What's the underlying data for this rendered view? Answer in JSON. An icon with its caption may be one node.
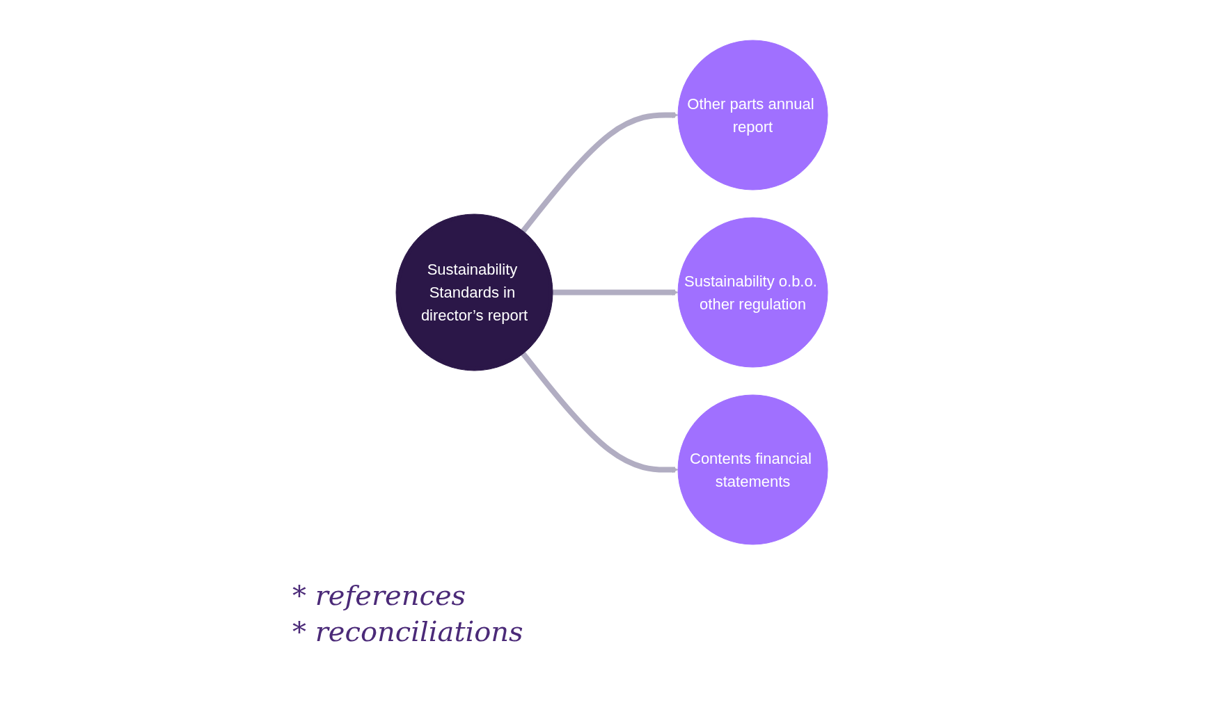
{
  "diagram": {
    "nodes": [
      {
        "text": [
          "Sustainability Standards in director’s report"
        ]
      },
      {
        "text": [
          "Other parts annual report"
        ]
      },
      {
        "text": [
          "Sustainability o.b.o. other regulation"
        ]
      },
      {
        "text": [
          "Contents financial statements"
        ]
      }
    ],
    "edges": [
      {
        "from": 0,
        "to": 1,
        "arrow": "to"
      },
      {
        "from": 0,
        "to": 2,
        "arrow": "to"
      },
      {
        "from": 0,
        "to": 3,
        "arrow": "to"
      }
    ],
    "labels": [
      "* references",
      "* reconciliations"
    ]
  }
}
